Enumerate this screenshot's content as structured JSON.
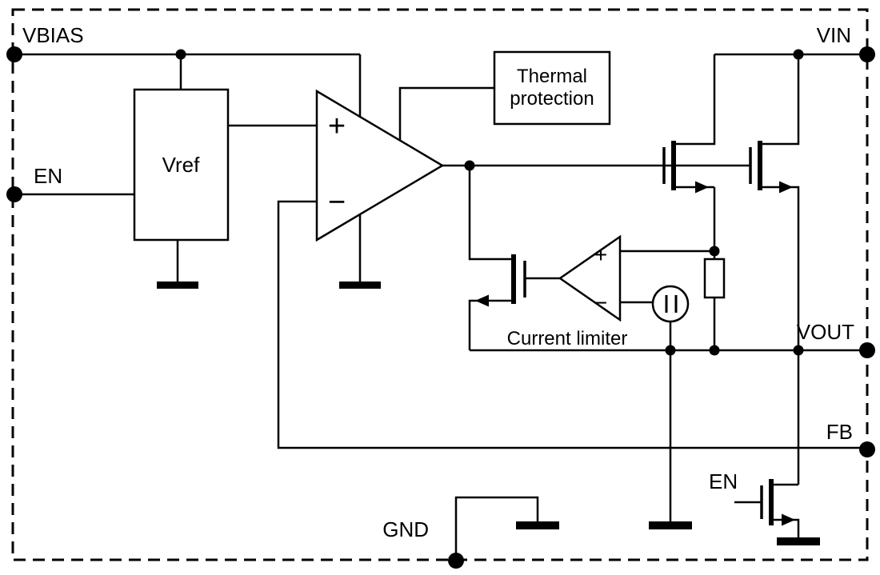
{
  "pins": {
    "vbias": "VBIAS",
    "vin": "VIN",
    "en": "EN",
    "vout": "VOUT",
    "fb": "FB",
    "gnd": "GND"
  },
  "blocks": {
    "vref": {
      "label": "Vref"
    },
    "thermal": {
      "line1": "Thermal",
      "line2": "protection"
    },
    "current_limiter": {
      "label": "Current limiter"
    },
    "discharge": {
      "label": "EN"
    }
  },
  "opamp": {
    "plus": "+",
    "minus": "−"
  },
  "comparator": {
    "plus": "+",
    "minus": "−"
  },
  "colors": {
    "stroke": "#000000",
    "background": "#ffffff"
  }
}
